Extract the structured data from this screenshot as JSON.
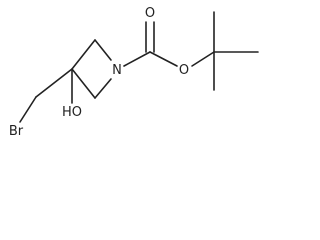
{
  "structure": {
    "atoms": {
      "nitrogen": "N",
      "carbonyl_oxygen": "O",
      "ester_oxygen": "O",
      "hydroxyl": "HO",
      "bromine": "Br"
    }
  }
}
